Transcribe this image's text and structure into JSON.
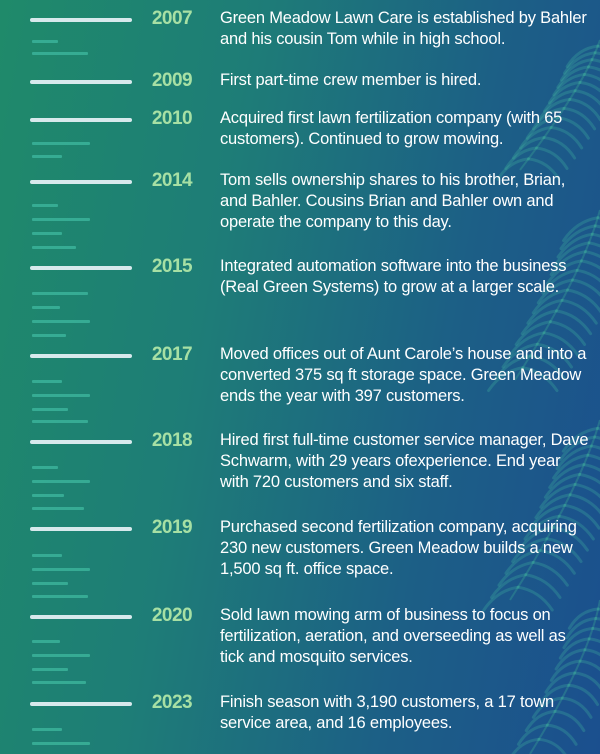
{
  "timeline": [
    {
      "year": "2007",
      "text": "Green Meadow Lawn Care is established by Bahler and his cousin Tom while in high school."
    },
    {
      "year": "2009",
      "text": "First part-time crew member is hired."
    },
    {
      "year": "2010",
      "text": "Acquired first lawn fertilization company (with 65 customers). Continued to grow mowing."
    },
    {
      "year": "2014",
      "text": "Tom sells ownership shares to his brother, Brian, and Bahler. Cousins Brian and Bahler own and operate the company to this day."
    },
    {
      "year": "2015",
      "text": "Integrated automation software into the business (Real Green Systems) to grow at a larger scale."
    },
    {
      "year": "2017",
      "text": "Moved offices out of Aunt Carole’s house and into a converted 375 sq ft storage space. Green Meadow ends the year with 397 customers."
    },
    {
      "year": "2018",
      "text": "Hired first full-time customer service manager, Dave Schwarm, with 29 years ofexperience. End year with 720 customers and six staff."
    },
    {
      "year": "2019",
      "text": "Purchased second fertilization company, acquiring 230 new customers. Green Meadow builds a new 1,500 sq ft. office space."
    },
    {
      "year": "2020",
      "text": "Sold lawn mowing arm of business to focus on fertilization, aeration, and overseeding as well as tick and mosquito services."
    },
    {
      "year": "2023",
      "text": "Finish season with 3,190 customers, a 17 town service area, and 16 employees."
    }
  ],
  "colors": {
    "year": "#a7e0a4",
    "line": "#d7e9ec",
    "tick": "#3bb39a",
    "text": "#ffffff"
  }
}
